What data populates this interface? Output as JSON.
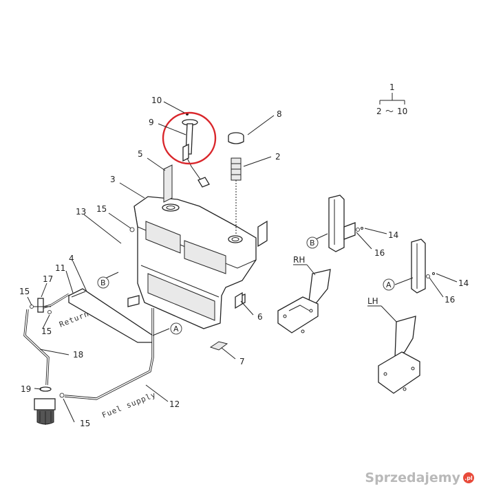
{
  "diagram": {
    "assembly": {
      "number": "1",
      "range_from": "2",
      "range_sep": "～",
      "range_to": "10"
    },
    "callouts": {
      "c2": "2",
      "c3": "3",
      "c4": "4",
      "c5": "5",
      "c6": "6",
      "c7": "7",
      "c8": "8",
      "c9": "9",
      "c10": "10",
      "c11": "11",
      "c12": "12",
      "c13": "13",
      "c14a": "14",
      "c14b": "14",
      "c15a": "15",
      "c15b": "15",
      "c15c": "15",
      "c15d": "15",
      "c16a": "16",
      "c16b": "16",
      "c17": "17",
      "c18": "18",
      "c19": "19"
    },
    "refs": {
      "ref_b1": "B",
      "ref_b2": "B",
      "ref_a1": "A",
      "ref_a2": "A"
    },
    "side_labels": {
      "rh": "RH",
      "lh": "LH"
    },
    "line_labels": {
      "return": "Return",
      "fuel_supply": "Fuel supply"
    },
    "highlight_color": "#d9262b"
  },
  "watermark": {
    "text": "Sprzedajemy",
    "badge": ".pl",
    "color": "#b9b9b9"
  }
}
